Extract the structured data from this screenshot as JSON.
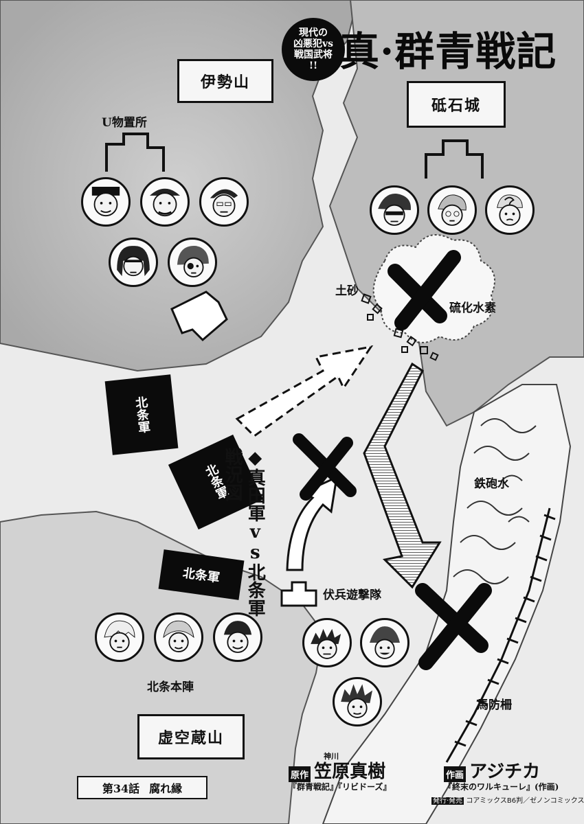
{
  "title": "真·群青戦記",
  "blurb": {
    "line1": "現代の",
    "line2": "凶悪犯vs",
    "line3": "戦国武将",
    "line4": "!!"
  },
  "side_title": {
    "col1": "◆真田軍vs北条軍",
    "col2": "戦況図"
  },
  "places": {
    "ise_mountain": "伊勢山",
    "toishi_castle": "砥石城",
    "kokuzo_mountain": "虚空蔵山"
  },
  "labels": {
    "u_storage": "U物置所",
    "dosha": "土砂",
    "hydrogen_sulfide": "硫化水素",
    "teppo_mizu": "鉄砲水",
    "ambush_squad": "伏兵遊撃隊",
    "hojo_hq": "北条本陣",
    "horse_fence": "馬防柵"
  },
  "armies": [
    "北条軍",
    "北条軍",
    "北条軍"
  ],
  "credits": {
    "original_tag": "原作",
    "author_reading": "神川",
    "author": "笠原真樹",
    "author_works": "『群青戦記』『リビドーズ』",
    "art_tag": "作画",
    "artist": "アジチカ",
    "artist_works": "『終末のワルキューレ』(作画)"
  },
  "chapter": {
    "number": "第34話",
    "title": "腐れ縁"
  },
  "publisher": {
    "tag": "発行·発売",
    "text": "コアミックスB6判／ゼノンコミックス"
  },
  "colors": {
    "ink": "#111111",
    "paper": "#e9e9e9",
    "water": "#f4f4f4"
  }
}
